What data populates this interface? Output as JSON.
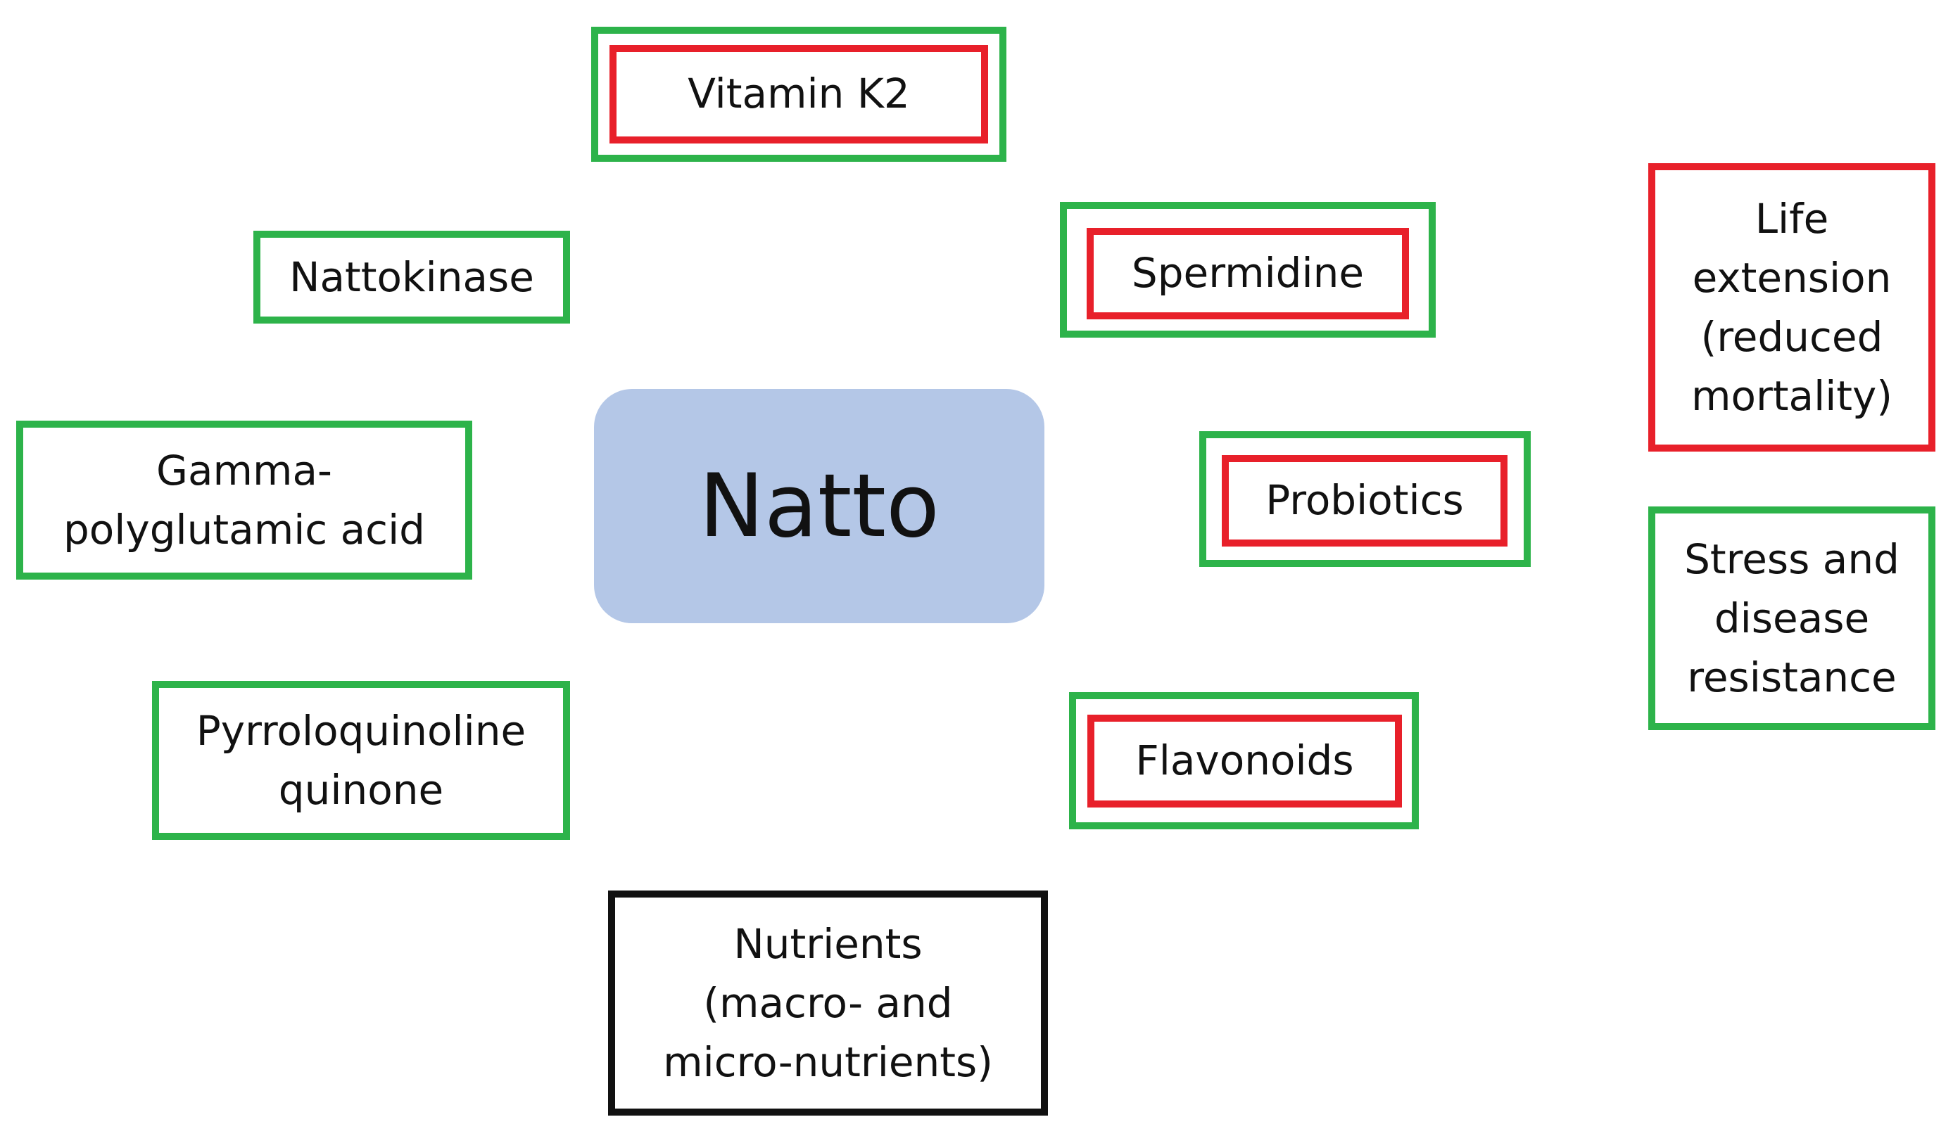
{
  "colors": {
    "green_border": "#2db34a",
    "red_border": "#e8202a",
    "black_border": "#111111",
    "center_fill": "#b4c7e7"
  },
  "center": {
    "label": "Natto"
  },
  "compounds": {
    "vitamin_k2": "Vitamin K2",
    "spermidine": "Spermidine",
    "nattokinase": "Nattokinase",
    "gamma_pga": "Gamma-\npolyglutamic acid",
    "probiotics": "Probiotics",
    "pqq": "Pyrroloquinoline\nquinone",
    "flavonoids": "Flavonoids",
    "nutrients": "Nutrients\n(macro- and\nmicro-nutrients)"
  },
  "outcomes": {
    "life_extension": "Life\nextension\n(reduced\nmortality)",
    "stress_resistance": "Stress and\ndisease\nresistance"
  }
}
